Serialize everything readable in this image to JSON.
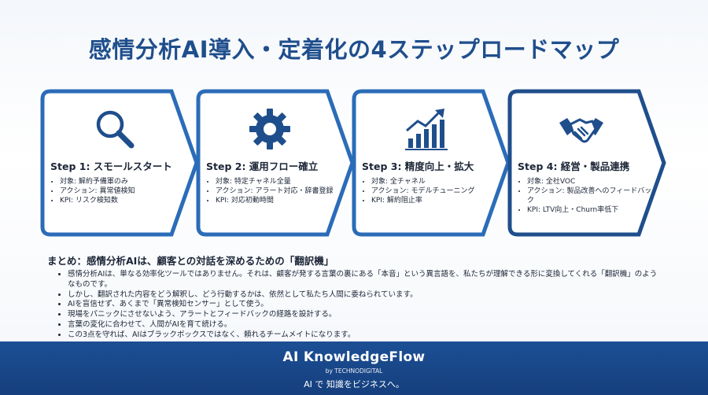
{
  "title": "感情分析AI導入・定着化の4ステップロードマップ",
  "colors": {
    "accent": "#2b6cb8",
    "dark": "#1f4e8c",
    "footer": "#1a4a8e"
  },
  "steps": [
    {
      "icon": "magnifier-icon",
      "title": "Step 1: スモールスタート",
      "bullets": [
        "対象: 解約予備軍のみ",
        "アクション: 異常値検知",
        "KPI: リスク検知数"
      ]
    },
    {
      "icon": "gear-icon",
      "title": "Step 2: 運用フロー確立",
      "bullets": [
        "対象: 特定チャネル全量",
        "アクション: アラート対応・辞書登録",
        "KPI: 対応初動時間"
      ]
    },
    {
      "icon": "growth-chart-icon",
      "title": "Step 3: 精度向上・拡大",
      "bullets": [
        "対象: 全チャネル",
        "アクション: モデルチューニング",
        "KPI: 解約阻止率"
      ]
    },
    {
      "icon": "handshake-icon",
      "title": "Step 4: 経営・製品連携",
      "bullets": [
        "対象: 全社VOC",
        "アクション: 製品改善へのフィードバック",
        "KPI: LTV向上・Churn率低下"
      ]
    }
  ],
  "summary": {
    "title": "まとめ：感情分析AIは、顧客との対話を深めるための「翻訳機」",
    "bullets": [
      "感情分析AIは、単なる効率化ツールではありません。それは、顧客が発する言葉の裏にある「本音」という異言語を、私たちが理解できる形に変換してくれる「翻訳機」のようなものです。",
      "しかし、翻訳された内容をどう解釈し、どう行動するかは、依然として私たち人間に委ねられています。",
      "AIを盲信せず、あくまで「異常検知センサー」として使う。",
      "現場をパニックにさせないよう、アラートとフィードバックの経路を設計する。",
      "言葉の変化に合わせて、人間がAIを育て続ける。",
      "この3点を守れば、AIはブラックボックスではなく、頼れるチームメイトになります。"
    ]
  },
  "footer": {
    "brand": "AI KnowledgeFlow",
    "by": "by TECHNODIGITAL",
    "tagline": "AI で 知識をビジネスへ。"
  }
}
